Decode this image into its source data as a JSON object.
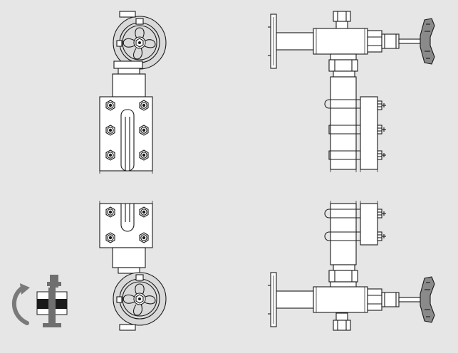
{
  "figure": {
    "background": "#e6e6e6",
    "line_color": "#1a1a1a",
    "part_fill": "#ffffff",
    "shade_fill": "#8a8a8a",
    "views": [
      "front-view-top-valve",
      "side-view-top-valve",
      "front-view-bottom-valve",
      "side-view-bottom-valve"
    ],
    "rotation_icon": "rotate-arrow-icon"
  }
}
